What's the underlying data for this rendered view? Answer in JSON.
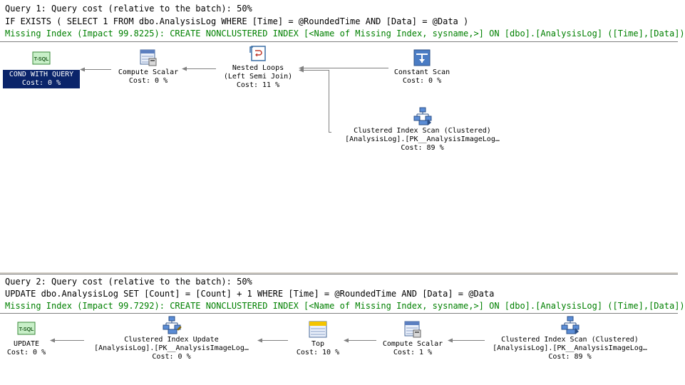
{
  "colors": {
    "selection": "#0a246a",
    "missing_index": "#008000",
    "arrow": "#808080"
  },
  "query1": {
    "cost_line": "Query 1: Query cost (relative to the batch): 50%",
    "sql": "IF EXISTS ( SELECT 1 FROM dbo.AnalysisLog WHERE [Time] = @RoundedTime AND [Data] = @Data )",
    "missing_index": "Missing Index (Impact 99.8225): CREATE NONCLUSTERED INDEX [<Name of Missing Index, sysname,>] ON [dbo].[AnalysisLog] ([Time],[Data])",
    "nodes": {
      "cond": {
        "icon": "tsql-icon",
        "badge": "T-SQL",
        "label": "COND WITH QUERY",
        "cost": "Cost: 0 %"
      },
      "compute_scalar": {
        "icon": "compute-scalar-icon",
        "label": "Compute Scalar",
        "cost": "Cost: 0 %"
      },
      "nested_loops": {
        "icon": "nested-loops-icon",
        "label": "Nested Loops",
        "sub": "(Left Semi Join)",
        "cost": "Cost: 11 %"
      },
      "constant_scan": {
        "icon": "constant-scan-icon",
        "label": "Constant Scan",
        "cost": "Cost: 0 %"
      },
      "clustered_scan": {
        "icon": "clustered-index-scan-icon",
        "label": "Clustered Index Scan (Clustered)",
        "sub": "[AnalysisLog].[PK__AnalysisImageLog…",
        "cost": "Cost: 89 %"
      }
    }
  },
  "query2": {
    "cost_line": "Query 2: Query cost (relative to the batch): 50%",
    "sql": "UPDATE dbo.AnalysisLog SET [Count] = [Count] + 1 WHERE [Time] = @RoundedTime AND [Data] = @Data",
    "missing_index": "Missing Index (Impact 99.7292): CREATE NONCLUSTERED INDEX [<Name of Missing Index, sysname,>] ON [dbo].[AnalysisLog] ([Time],[Data])",
    "nodes": {
      "update": {
        "icon": "tsql-icon",
        "badge": "T-SQL",
        "label": "UPDATE",
        "cost": "Cost: 0 %"
      },
      "clustered_update": {
        "icon": "clustered-index-update-icon",
        "label": "Clustered Index Update",
        "sub": "[AnalysisLog].[PK__AnalysisImageLog…",
        "cost": "Cost: 0 %"
      },
      "top": {
        "icon": "top-icon",
        "label": "Top",
        "cost": "Cost: 10 %"
      },
      "compute_scalar": {
        "icon": "compute-scalar-icon",
        "label": "Compute Scalar",
        "cost": "Cost: 1 %"
      },
      "clustered_scan": {
        "icon": "clustered-index-scan-icon",
        "label": "Clustered Index Scan (Clustered)",
        "sub": "[AnalysisLog].[PK__AnalysisImageLog…",
        "cost": "Cost: 89 %"
      }
    }
  }
}
